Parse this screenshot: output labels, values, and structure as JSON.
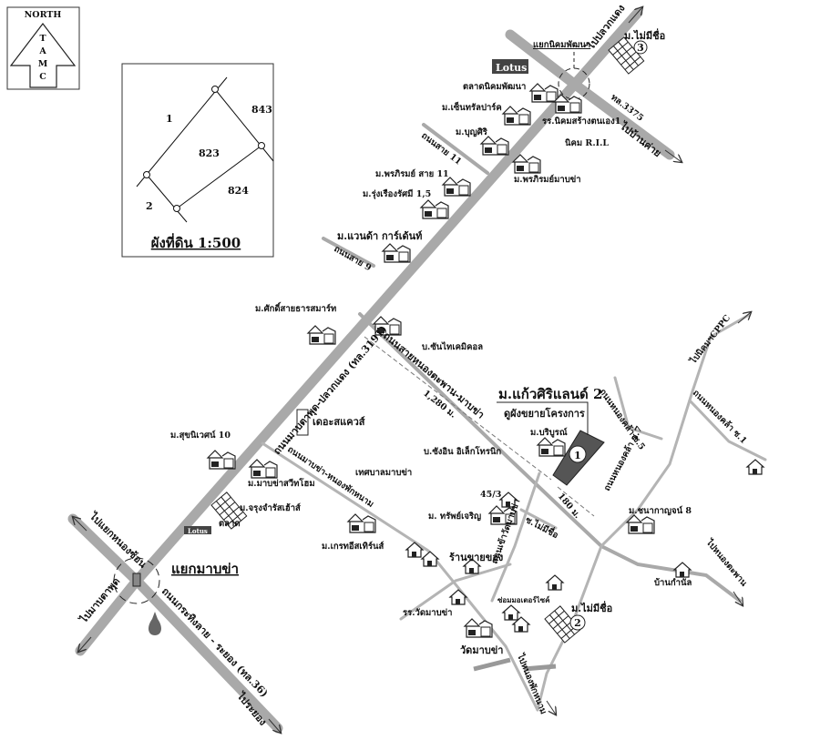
{
  "north_arrow": {
    "title": "NORTH",
    "letters": [
      "T",
      "A",
      "M",
      "C"
    ]
  },
  "plot_inset": {
    "parcels": [
      "1",
      "843",
      "823",
      "824",
      "2"
    ],
    "caption": "ผังที่ดิน 1:500"
  },
  "roads": {
    "main_road": "ถนนมาบตาพุด-ปลวกแดง (ทล.3191)",
    "rayong_road": "ถนนกระทิงลาย - ระยอง (ทล.36)",
    "hwy_3375": "ทล.3375",
    "soi_11": "ถนนสาย 11",
    "soi_9": "ถนนสาย 9",
    "nongtaphan_road": "ถนนสายหนองตะพาน-มาบข่า",
    "maptakha_road": "ถนนมาบข่า-หนองพักหนาม",
    "nongkla_5": "ถนนหนองคล้า ซ.5",
    "nongkla_7": "ถนนหนองคล้า ซ.7",
    "nongkla_1": "ถนนหนองคล้า ซ.1",
    "wat_road": "ถนนเข้าวัดมาบข่า",
    "soi_noname": "ซ.ไม่มีชื่อ"
  },
  "directions": {
    "to_pluakdaeng": "ไปปลวกแดง",
    "to_bankhai": "ไปบ้านค่าย",
    "to_cppc": "ไปนิคมฯCPPC",
    "to_nongtaphan": "ไปหนองตะพาน",
    "to_nongphaknam": "ไปหนองพักหนาม",
    "to_rayong": "ไประยอง",
    "to_maptaphut": "ไปมาบตาพุด",
    "to_nongson": "ไปแยกหนองซ้อน"
  },
  "junctions": {
    "nikom": "แยกนิคมพัฒนา",
    "mapkha": "แยกมาบข่า"
  },
  "distances": {
    "d1": "1,280 ม.",
    "d2": "180 ม."
  },
  "project": {
    "name": "ม.แก้วศิริแลนด์ 2",
    "subtitle": "ดูผังขยายโครงการ",
    "markers": [
      "1",
      "2",
      "3"
    ]
  },
  "places": {
    "noname_3": "ม.ไม่มีชื่อ",
    "lotus": "Lotus",
    "market_nikom": "ตลาดนิคมพัฒนา",
    "central_park": "ม.เซ็นทรัลปาร์ค",
    "school_nikom": "รร.นิคมสร้างตนเอง1",
    "boonsiri": "ม.บุญศิริ",
    "ril": "นิคม R.I.L",
    "pornrom11": "ม.พรภิรมย์ สาย 11",
    "pornrom_mapkha": "ม.พรภิรมย์มาบข่า",
    "rungruang": "ม.รุ่งเรืองรัศมี 1,5",
    "mandaa": "ม.แวนด้า การ์เด้นท์",
    "sakdi": "ม.ศักดิ์สายธารสมาร์ท",
    "sunthai": "บ.ซันไทเคมิคอล",
    "square": "เดอะสแควส์",
    "sukniwet": "ม.สุขนิเวศน์ 10",
    "mapkha_sweet": "ม.มาบข่าสวีทโฮม",
    "jarung": "ม.จรุงจำรัสเฮ้าส์",
    "market": "ตลาด",
    "lotus2": "Lotus",
    "tessaban": "เทศบาลมาบข่า",
    "great": "ม.เกรทอีสเทิร์นส์",
    "boriboon": "ม.บริบูรณ์",
    "sungin": "บ.ซังอิน อิเล็กโทรนิก",
    "house_45": "45/3",
    "sapjaroen": "ม. ทรัพย์เจริญ",
    "shop": "ร้านขายของ",
    "school_wat": "รร.วัดมาบข่า",
    "motor": "ซ่อมมอเตอร์ไซค์",
    "wat": "วัดมาบข่า",
    "noname_2": "ม.ไม่มีชื่อ",
    "chanakarn": "ม.ชนากาญจน์ 8",
    "bankamnan": "บ้านกำนัล"
  }
}
